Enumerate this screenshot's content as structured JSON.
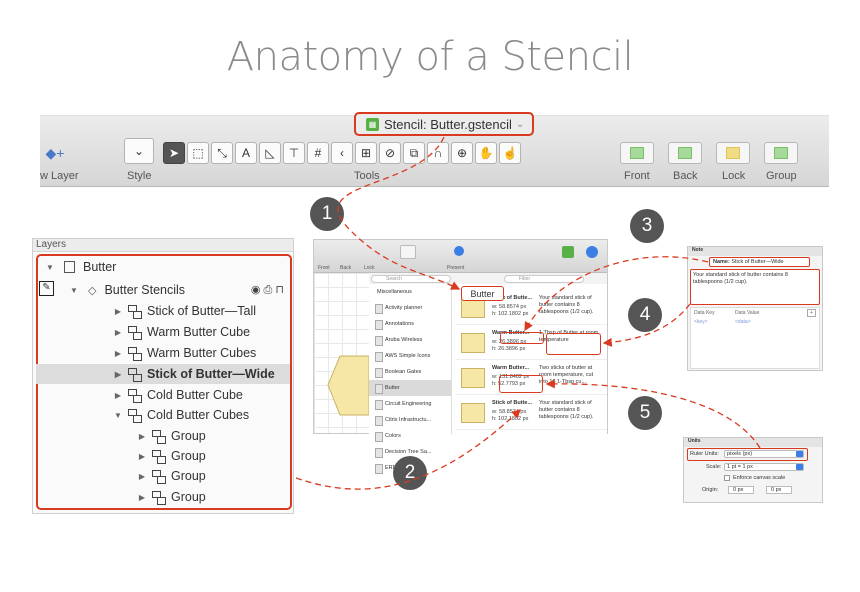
{
  "title": "Anatomy of a Stencil",
  "toolbar": {
    "stencil_title": "Stencil: Butter.gstencil",
    "labels": {
      "new_layer": "w Layer",
      "style": "Style",
      "tools": "Tools",
      "front": "Front",
      "back": "Back",
      "lock": "Lock",
      "group": "Group"
    },
    "tool_glyphs": [
      "➤",
      "⬚",
      "⤡",
      "A",
      "◺",
      "⊤",
      "#",
      "‹",
      "⊞",
      "⊘",
      "⧉",
      "∩",
      "⊕",
      "✋",
      "☝"
    ]
  },
  "layers": {
    "header": "Layers",
    "rows": [
      {
        "label": "Butter",
        "indent": 0,
        "tri": "▼",
        "icon": "doc"
      },
      {
        "label": "Butter Stencils",
        "indent": 1,
        "tri": "▼",
        "icon": "diamond"
      },
      {
        "label": "Stick of Butter—Tall",
        "indent": 2,
        "tri": "▶",
        "icon": "group"
      },
      {
        "label": "Warm Butter Cube",
        "indent": 2,
        "tri": "▶",
        "icon": "group"
      },
      {
        "label": "Warm Butter Cubes",
        "indent": 2,
        "tri": "▶",
        "icon": "group"
      },
      {
        "label": "Stick of Butter—Wide",
        "indent": 2,
        "tri": "▶",
        "icon": "group",
        "selected": true
      },
      {
        "label": "Cold Butter Cube",
        "indent": 2,
        "tri": "▶",
        "icon": "group"
      },
      {
        "label": "Cold Butter Cubes",
        "indent": 2,
        "tri": "▼",
        "icon": "group"
      },
      {
        "label": "Group",
        "indent": 3,
        "tri": "▶",
        "icon": "group"
      },
      {
        "label": "Group",
        "indent": 3,
        "tri": "▶",
        "icon": "group"
      },
      {
        "label": "Group",
        "indent": 3,
        "tri": "▶",
        "icon": "group"
      },
      {
        "label": "Group",
        "indent": 3,
        "tri": "▶",
        "icon": "group"
      }
    ]
  },
  "screenshot": {
    "bar_labels": [
      "Front",
      "Back",
      "Lock",
      "Present"
    ],
    "search_placeholder": "Search",
    "filter_placeholder": "Filter",
    "butter_tag": "Butter",
    "stencil_items": [
      {
        "label": "Miscellaneous",
        "cat": true
      },
      {
        "label": "Activity planner"
      },
      {
        "label": "Annotations"
      },
      {
        "label": "Aruba Wireless"
      },
      {
        "label": "AWS Simple Icons"
      },
      {
        "label": "Boolean Gates"
      },
      {
        "label": "Butter",
        "selected": true
      },
      {
        "label": "Circuit Engineering"
      },
      {
        "label": "Citrix Infrastructu..."
      },
      {
        "label": "Colors"
      },
      {
        "label": "Decision Tree Sa..."
      },
      {
        "label": "ERD"
      }
    ],
    "shapes": [
      {
        "name": "Stick of Butte...",
        "w": "w: 58.8574 px",
        "h": "h: 102.1802 px",
        "desc": "Your standard stick of butter contains 8 tablespoons (1/2 cup)."
      },
      {
        "name": "Warm Butter...",
        "w": "w: 26.3896 px",
        "h": "h: 26.3896 px",
        "desc": "1 Tbsp of Butter at room temperature"
      },
      {
        "name": "Warm Butter...",
        "w": "w: 131.8482 px",
        "h": "h: 52.7793 px",
        "desc": "Two sticks of butter at room temperature, cut into 16 1-Tbsp cu..."
      },
      {
        "name": "Stick of Butte...",
        "w": "w: 58.8574 px",
        "h": "h: 102.1802 px",
        "desc": "Your standard stick of butter contains 8 tablespoons (1/2 cup)."
      }
    ]
  },
  "note_panel": {
    "header": "Note",
    "name_label": "Name:",
    "name_value": "Stick of Butter—Wide",
    "note_text": "Your standard stick of butter contains 8 tablespoons (1/2 cup).",
    "data_key": "Data Key",
    "data_value": "Data Value",
    "key_ph": "<key>",
    "data_ph": "<data>"
  },
  "units_panel": {
    "header": "Units",
    "ruler_label": "Ruler Units:",
    "ruler_value": "pixels (px)",
    "scale_label": "Scale:",
    "scale_value": "1 pt = 1 px",
    "enforce_label": "Enforce canvas scale",
    "origin_label": "Origin:",
    "origin_x": "0 px",
    "origin_y": "0 px"
  },
  "callouts": [
    "1",
    "2",
    "3",
    "4",
    "5"
  ],
  "colors": {
    "accent_red": "#d9391f",
    "callout": "#555555"
  }
}
